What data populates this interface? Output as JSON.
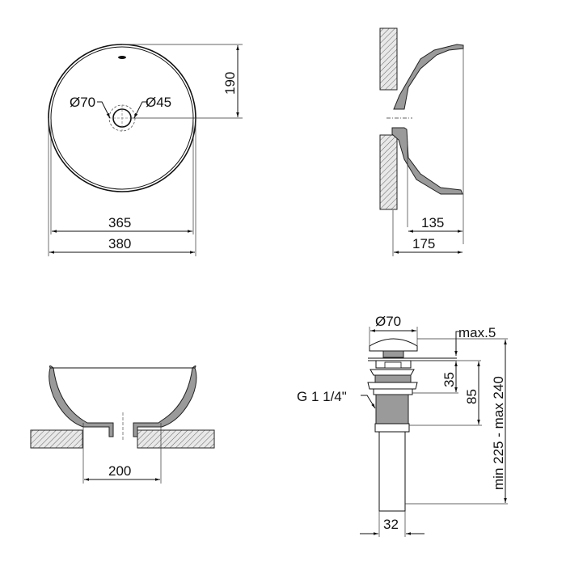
{
  "views": {
    "top": {
      "label_outer_diameter": "380",
      "label_inner_diameter": "365",
      "label_depth_to_drain": "190",
      "label_drain_outer": "Ø70",
      "label_drain_inner": "Ø45"
    },
    "side_section": {
      "label_bowl_depth": "135",
      "label_total_depth": "175"
    },
    "front_section": {
      "label_cutout": "200"
    },
    "drain": {
      "label_cap_diameter": "Ø70",
      "label_cap_gap": "max.5",
      "label_flange_height": "35",
      "label_thread_height": "85",
      "label_total_length": "min 225 - max 240",
      "label_thread": "G 1 1/4\"",
      "label_pipe_diameter": "32"
    }
  },
  "colors": {
    "line": "#111111",
    "fill_section": "#9a9a9a",
    "background": "#ffffff"
  }
}
